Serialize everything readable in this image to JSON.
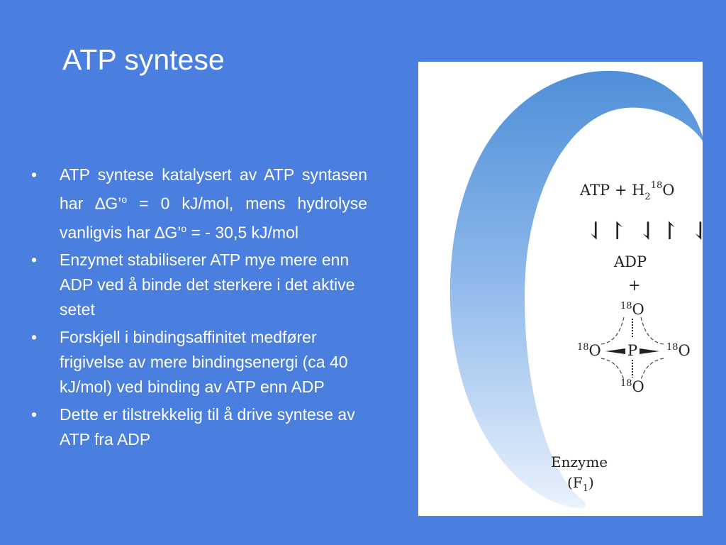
{
  "slide": {
    "title": "ATP syntese",
    "bullet_char": "•",
    "bullets": [
      {
        "pre": "ATP syntese katalysert av ATP syntasen har ",
        "delta": "∆",
        "mid": "G’",
        "sup": "o",
        "mid2": " = 0 kJ/mol, mens hydrolyse vanligvis har ",
        "delta2": "∆",
        "mid3": "G’",
        "sup2": "o",
        "post": " = - 30,5 kJ/mol"
      },
      {
        "text": "Enzymet stabiliserer ATP mye mere enn ADP ved å binde det sterkere i det aktive setet"
      },
      {
        "text": "Forskjell i bindingsaffinitet medfører frigivelse av mere bindingsenergi (ca 40 kJ/mol) ved binding av ATP enn ADP"
      },
      {
        "text": "Dette er tilstrekkelig til å drive syntese av ATP fra ADP"
      }
    ]
  },
  "figure": {
    "reaction_top": "ATP + H",
    "h_sub": "2",
    "iso_sup": "18",
    "o_label": "O",
    "arrows": "⇃↾ ⇃↾ ⇃↾ ⇃↾",
    "adp": "ADP",
    "plus": "+",
    "p_label": "P",
    "enzyme": "Enzyme",
    "enzyme_open": "(F",
    "enzyme_sub": "1",
    "enzyme_close": ")",
    "colors": {
      "bg": "#4a7fdf",
      "crescent_top": "#4f8fd8",
      "crescent_bottom": "#eaf2fc"
    }
  }
}
